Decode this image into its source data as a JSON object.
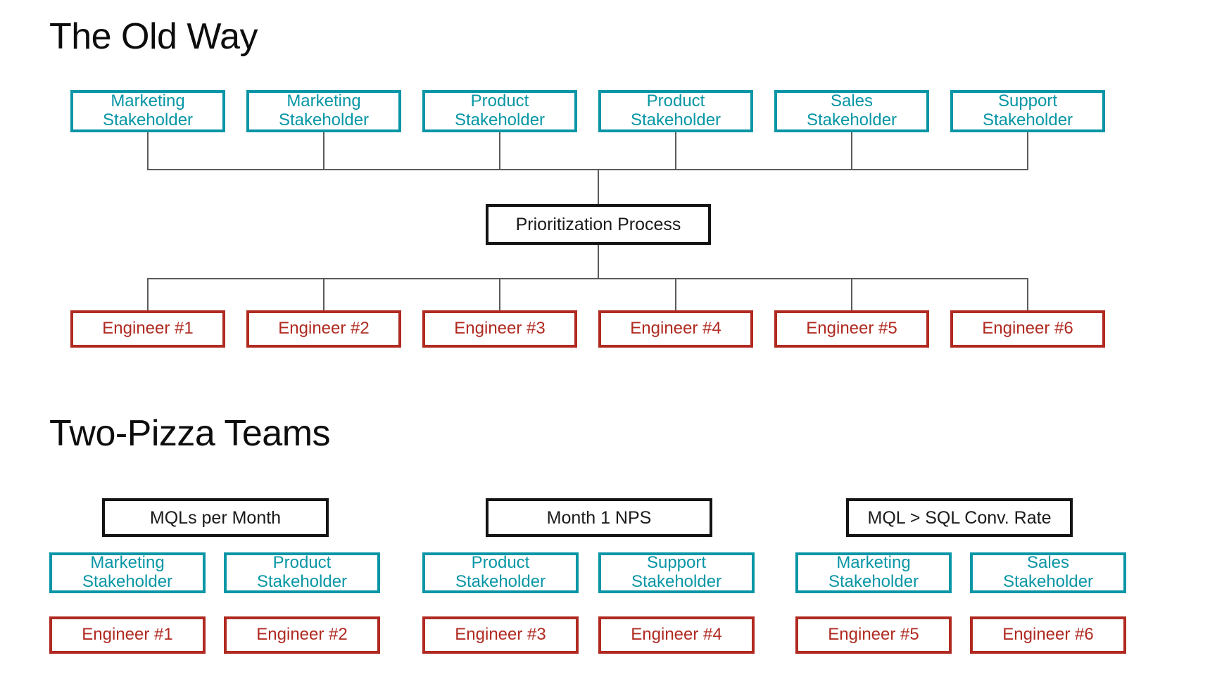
{
  "slide": {
    "background_color": "#ffffff",
    "accent_teal": "#0896A6",
    "accent_red": "#B02A21",
    "accent_black": "#141414",
    "connector_color": "#5b5b5b"
  },
  "sections": [
    {
      "id": "old-way",
      "title": "The Old Way",
      "stakeholders": [
        {
          "line1": "Marketing",
          "line2": "Stakeholder"
        },
        {
          "line1": "Marketing",
          "line2": "Stakeholder"
        },
        {
          "line1": "Product",
          "line2": "Stakeholder"
        },
        {
          "line1": "Product",
          "line2": "Stakeholder"
        },
        {
          "line1": "Sales",
          "line2": "Stakeholder"
        },
        {
          "line1": "Support",
          "line2": "Stakeholder"
        }
      ],
      "process": {
        "label": "Prioritization Process"
      },
      "engineers": [
        {
          "label": "Engineer #1"
        },
        {
          "label": "Engineer #2"
        },
        {
          "label": "Engineer #3"
        },
        {
          "label": "Engineer #4"
        },
        {
          "label": "Engineer #5"
        },
        {
          "label": "Engineer #6"
        }
      ]
    },
    {
      "id": "two-pizza",
      "title": "Two-Pizza Teams",
      "teams": [
        {
          "metric": "MQLs per Month",
          "stakeholders": [
            {
              "line1": "Marketing",
              "line2": "Stakeholder"
            },
            {
              "line1": "Product",
              "line2": "Stakeholder"
            }
          ],
          "engineers": [
            {
              "label": "Engineer #1"
            },
            {
              "label": "Engineer #2"
            }
          ]
        },
        {
          "metric": "Month 1 NPS",
          "stakeholders": [
            {
              "line1": "Product",
              "line2": "Stakeholder"
            },
            {
              "line1": "Support",
              "line2": "Stakeholder"
            }
          ],
          "engineers": [
            {
              "label": "Engineer #3"
            },
            {
              "label": "Engineer #4"
            }
          ]
        },
        {
          "metric": "MQL > SQL Conv. Rate",
          "stakeholders": [
            {
              "line1": "Marketing",
              "line2": "Stakeholder"
            },
            {
              "line1": "Sales",
              "line2": "Stakeholder"
            }
          ],
          "engineers": [
            {
              "label": "Engineer #5"
            },
            {
              "label": "Engineer #6"
            }
          ]
        }
      ]
    }
  ]
}
